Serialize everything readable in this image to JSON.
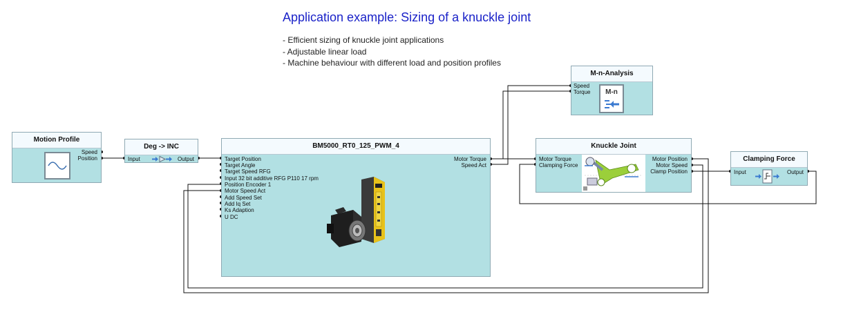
{
  "title": "Application example: Sizing of a knuckle joint",
  "bullets": [
    "- Efficient sizing of knuckle joint applications",
    "- Adjustable linear load",
    "- Machine behaviour with different load and position profiles"
  ],
  "blocks": {
    "motion_profile": {
      "name": "Motion Profile",
      "outputs": [
        "Speed",
        "Position"
      ]
    },
    "deg_inc": {
      "name": "Deg -> INC",
      "inputs": [
        "Input"
      ],
      "outputs": [
        "Output"
      ]
    },
    "bm5000": {
      "name": "BM5000_RT0_125_PWM_4",
      "inputs": [
        "Target Position",
        "Target Angle",
        "Target Speed RFG",
        "Input 32 bit additive RFG P110 17 rpm",
        "Position Encoder 1",
        "Motor Speed Act",
        "Add Speed Set",
        "Add Iq Set",
        "Ks Adaption",
        "U DC"
      ],
      "outputs": [
        "Motor Torque",
        "Speed Act"
      ]
    },
    "mn_analysis": {
      "name": "M-n-Analysis",
      "inputs": [
        "Speed",
        "Torque"
      ],
      "icon_label": "M-n"
    },
    "knuckle_joint": {
      "name": "Knuckle Joint",
      "inputs": [
        "Motor Torque",
        "Clamping Force"
      ],
      "outputs": [
        "Motor Position",
        "Motor Speed",
        "Clamp Position"
      ]
    },
    "clamping_force": {
      "name": "Clamping Force",
      "inputs": [
        "Input"
      ],
      "outputs": [
        "Output"
      ]
    }
  },
  "colors": {
    "title": "#1a22c8",
    "block_body": "#b2e0e3",
    "block_header": "#f4fafe",
    "wire": "#111111"
  }
}
